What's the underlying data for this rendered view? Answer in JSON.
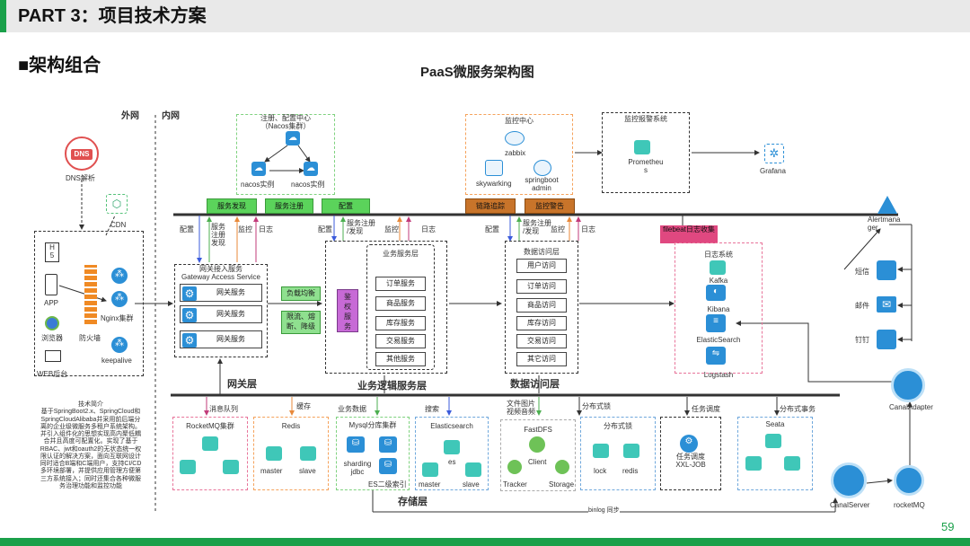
{
  "header": {
    "title": "PART 3：项目技术方案",
    "page_number": "59"
  },
  "section_title": "■架构组合",
  "diagram_title": "PaaS微服务架构图",
  "zones": {
    "outer": "外网",
    "inner": "内网"
  },
  "external": {
    "dns_badge": "DNS",
    "dns_label": "DNS解析",
    "cdn": "CDN",
    "h5": "H\n5",
    "app": "APP",
    "browser": "浏览器",
    "web": "WEB后台",
    "firewall": "防火墙",
    "nginx": "Nginx集群",
    "keepalive": "keepalive"
  },
  "nacos": {
    "title": "注册、配置中心\n（Nacos集群）",
    "node1": "nacos实例",
    "node2": "nacos实例"
  },
  "monitor_center": {
    "title": "监控中心",
    "zabbix": "zabbix",
    "skywalking": "skywarking",
    "springboot": "springboot\nadmin"
  },
  "alert_system": {
    "title": "监控报警系统",
    "prometheus": "Prometheu\ns",
    "grafana": "Grafana"
  },
  "tags": {
    "service_discovery": "服务发现",
    "service_register": "服务注册",
    "config": "配置",
    "trace": "链路追踪",
    "monitor_alert": "监控警告",
    "filebeat": "filebeat日志收集"
  },
  "bus_labels": {
    "gw_config": "配置",
    "gw_reg": "服务\n注册\n发现",
    "gw_mon": "监控",
    "gw_log": "日志",
    "biz_config": "配置",
    "biz_reg": "服务注册\n/发现",
    "biz_mon": "监控",
    "biz_log": "日志",
    "data_config": "配置",
    "data_reg": "服务注册\n/发现",
    "data_mon": "监控",
    "data_log": "日志"
  },
  "gateway": {
    "title": "网关接入服务\nGateway Access Service",
    "rows": [
      "网关服务",
      "网关服务",
      "网关服务"
    ],
    "layer": "网关层",
    "load_balance": "负载均衡",
    "rate_limit": "限流、熔\n断、降级"
  },
  "business": {
    "title": "业务服务层",
    "auth": "鉴\n权\n服\n务",
    "services": [
      "订单服务",
      "商品服务",
      "库存服务",
      "交易服务",
      "其他服务"
    ],
    "layer": "业务逻辑服务层"
  },
  "data_access": {
    "title": "数据访问层",
    "items": [
      "用户访问",
      "订单访问",
      "商品访问",
      "库存访问",
      "交易访问",
      "其它访问"
    ],
    "layer": "数据访问层"
  },
  "logging": {
    "title": "日志系统",
    "kafka": "Kafka",
    "kibana": "Kibana",
    "es": "ElasticSearch",
    "logstash": "Logstash"
  },
  "alerts": {
    "manager": "Alertmana\nger",
    "sms": "短信",
    "mail": "邮件",
    "dingtalk": "钉钉"
  },
  "canal": {
    "adapter": "CanalAdapter",
    "server": "CanalServer",
    "mq": "rocketMQ"
  },
  "storage_labels": {
    "mq": "消息队列",
    "cache": "缓存",
    "biz_data": "业务数据",
    "search": "搜索",
    "files": "文件图片\n视频音频",
    "dist_lock": "分布式锁",
    "scheduling": "任务调度",
    "dist_tx": "分布式事务"
  },
  "storage": {
    "rocketmq": "RocketMQ集群",
    "redis": "Redis",
    "redis_master": "master",
    "redis_slave": "slave",
    "mysql": "Mysql分库集群",
    "mysql_jdbc": "sharding\njdbc",
    "mysql_es_index": "ES二级索引",
    "es": "Elasticsearch",
    "es_node": "es",
    "es_master": "master",
    "es_slave": "slave",
    "fastdfs": "FastDFS",
    "fastdfs_client": "Client",
    "fastdfs_tracker": "Tracker",
    "fastdfs_storage": "Storage",
    "lock_title": "分布式锁",
    "lock_lock": "lock",
    "lock_redis": "redis",
    "job": "任务调度\nXXL-JOB",
    "seata": "Seata",
    "layer": "存储层",
    "binlog": "binlog 同步"
  },
  "tech_intro": "技术简介\n基于SpringBoot2.x、SpringCloud和\nSpringCloudAlibaba并采用前后端分\n离的企业级微服务多租户系统架构。\n并引入组件化的思想实现高内聚低耦\n合并且高度可配置化。实现了基于\nRBAC、jwt和oauth2的无状态统一权\n限认证的解决方案，面向互联网设计\n同时适合B端和C端用户，支持CI/CD\n多环境部署，并提供应用管理方便第\n三方系统接入；同时还集合各种微服\n务治理功能和监控功能"
}
